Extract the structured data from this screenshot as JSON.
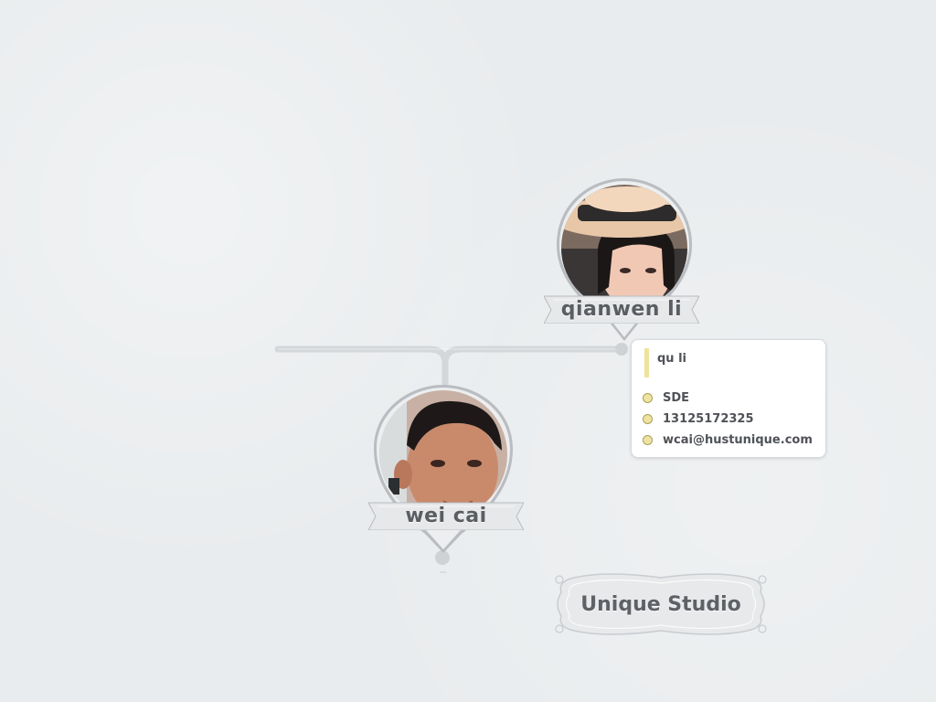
{
  "people": [
    {
      "name": "qianwen li",
      "photo_icon": "woman-with-straw-hat-photo"
    },
    {
      "name": "wei cai",
      "photo_icon": "young-man-photo"
    }
  ],
  "info_card": {
    "title": "qu li",
    "rows": [
      {
        "text": "SDE"
      },
      {
        "text": "13125172325"
      },
      {
        "text": "wcai@hustunique.com"
      }
    ]
  },
  "studio": {
    "label": "Unique Studio"
  },
  "colors": {
    "background": "#e9ecee",
    "connector": "#d4d7da",
    "accent": "#efe39a",
    "text": "#5a5d61"
  }
}
